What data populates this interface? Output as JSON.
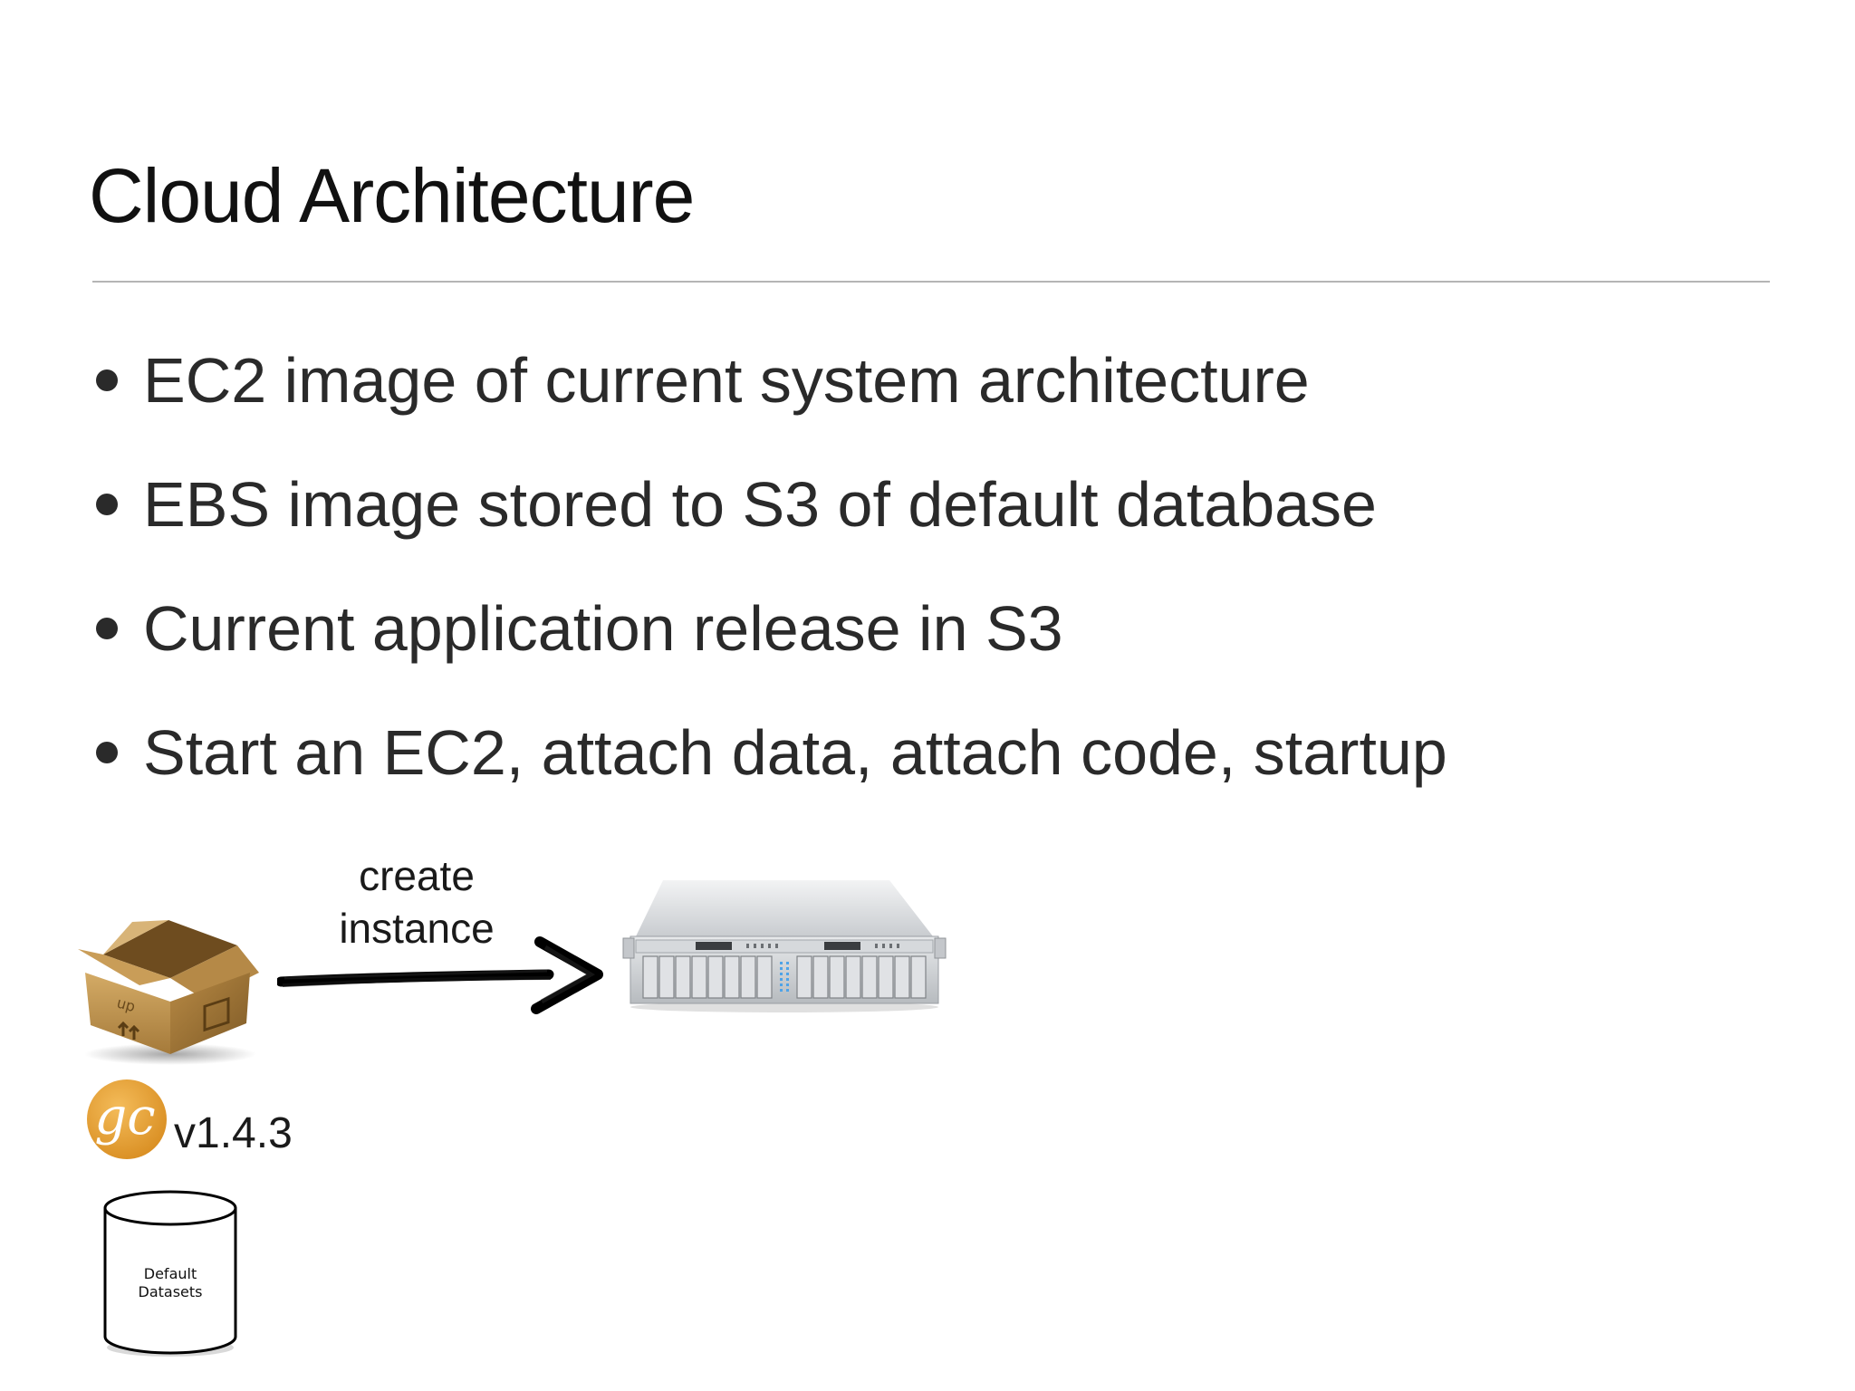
{
  "slide": {
    "title": "Cloud Architecture",
    "bullets": [
      "EC2 image of current system architecture",
      "EBS image stored to S3 of default database",
      "Current application release in S3",
      "Start an EC2, attach data, attach code, startup"
    ]
  },
  "diagram": {
    "arrow_label_line1": "create",
    "arrow_label_line2": "instance",
    "version": "v1.4.3",
    "logo_text": "gc",
    "database_label_line1": "Default",
    "database_label_line2": "Datasets",
    "colors": {
      "box": "#c59a52",
      "logo": "#e6a23c",
      "server": "#d9dcdf",
      "arrow": "#000000"
    }
  }
}
